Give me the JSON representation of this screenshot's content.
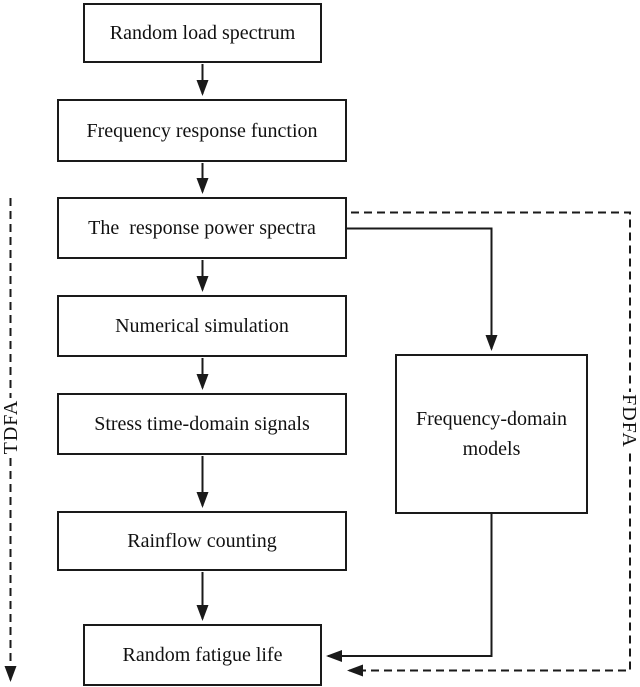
{
  "diagram": {
    "type": "flowchart",
    "boxes": [
      {
        "id": "random-load-spectrum",
        "label": "Random load spectrum"
      },
      {
        "id": "frequency-response-function",
        "label": "Frequency response function"
      },
      {
        "id": "response-power-spectra",
        "label": "The  response power spectra"
      },
      {
        "id": "numerical-simulation",
        "label": "Numerical simulation"
      },
      {
        "id": "stress-time-domain-signals",
        "label": "Stress time-domain signals"
      },
      {
        "id": "rainflow-counting",
        "label": "Rainflow counting"
      },
      {
        "id": "random-fatigue-life",
        "label": "Random fatigue life"
      },
      {
        "id": "frequency-domain-models",
        "label": "Frequency-domain models"
      }
    ],
    "side_labels": {
      "left": "TDFA",
      "right": "FDFA"
    },
    "edges": [
      {
        "from": "random-load-spectrum",
        "to": "frequency-response-function",
        "style": "solid"
      },
      {
        "from": "frequency-response-function",
        "to": "response-power-spectra",
        "style": "solid"
      },
      {
        "from": "response-power-spectra",
        "to": "numerical-simulation",
        "style": "solid"
      },
      {
        "from": "numerical-simulation",
        "to": "stress-time-domain-signals",
        "style": "solid"
      },
      {
        "from": "stress-time-domain-signals",
        "to": "rainflow-counting",
        "style": "solid"
      },
      {
        "from": "rainflow-counting",
        "to": "random-fatigue-life",
        "style": "solid"
      },
      {
        "from": "response-power-spectra",
        "to": "frequency-domain-models",
        "style": "solid"
      },
      {
        "from": "frequency-domain-models",
        "to": "random-fatigue-life",
        "style": "solid"
      },
      {
        "from": "response-power-spectra",
        "to": "random-fatigue-life",
        "style": "dashed",
        "label": "FDFA"
      },
      {
        "from": "response-power-spectra",
        "to": "bottom",
        "style": "dashed",
        "label": "TDFA"
      }
    ],
    "colors": {
      "line": "#1a1a1a",
      "text": "#111111",
      "background": "#ffffff"
    }
  }
}
